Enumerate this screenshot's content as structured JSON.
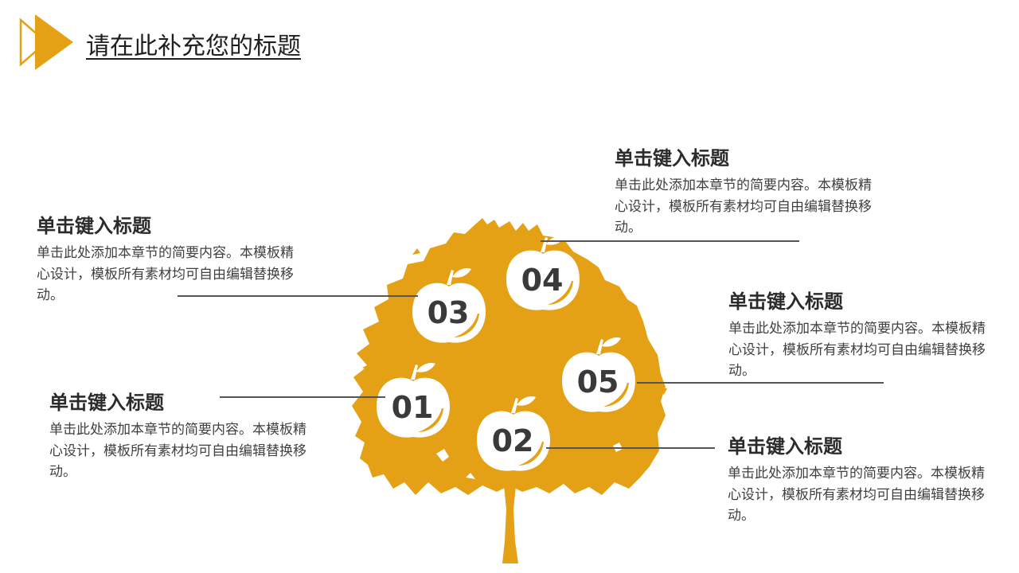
{
  "header": {
    "title": "请在此补充您的标题"
  },
  "theme": {
    "accent": "#E4A115",
    "text": "#2B2B2B"
  },
  "apples": [
    {
      "number": "01"
    },
    {
      "number": "02"
    },
    {
      "number": "03"
    },
    {
      "number": "04"
    },
    {
      "number": "05"
    }
  ],
  "items": [
    {
      "heading": "单击键入标题",
      "body": "单击此处添加本章节的简要内容。本模板精心设计，模板所有素材均可自由编辑替换移动。"
    },
    {
      "heading": "单击键入标题",
      "body": "单击此处添加本章节的简要内容。本模板精心设计，模板所有素材均可自由编辑替换移动。"
    },
    {
      "heading": "单击键入标题",
      "body": "单击此处添加本章节的简要内容。本模板精心设计，模板所有素材均可自由编辑替换移动。"
    },
    {
      "heading": "单击键入标题",
      "body": "单击此处添加本章节的简要内容。本模板精心设计，模板所有素材均可自由编辑替换移动。"
    },
    {
      "heading": "单击键入标题",
      "body": "单击此处添加本章节的简要内容。本模板精心设计，模板所有素材均可自由编辑替换移动。"
    }
  ]
}
